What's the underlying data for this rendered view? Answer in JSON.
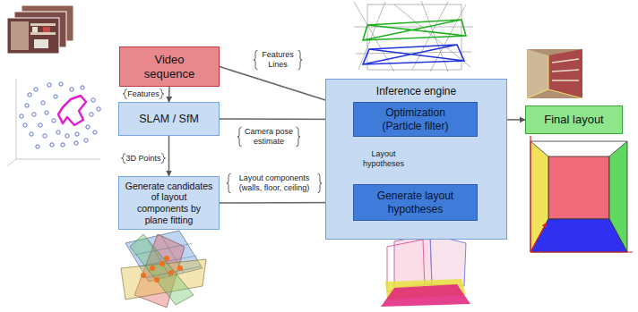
{
  "diagram": {
    "nodes": [
      {
        "text": [
          "Video sequence"
        ]
      },
      {
        "text": [
          "SLAM / SfM"
        ]
      },
      {
        "text": [
          "Generate candidates of layout components by plane fitting"
        ]
      },
      {
        "text": [
          "Inference engine"
        ]
      },
      {
        "text": [
          "Optimization (Particle filter)"
        ],
        "in": 3
      },
      {
        "text": [
          "Generate layout hypotheses"
        ],
        "in": 3
      },
      {
        "text": [
          "Final layout"
        ]
      }
    ],
    "edges": [
      {
        "from": 0,
        "to": 1,
        "arrow": "to",
        "label": "Features"
      },
      {
        "from": 0,
        "to": 4,
        "arrow": "to",
        "label": "Features Lines"
      },
      {
        "from": 1,
        "to": 4,
        "arrow": "to",
        "label": "Camera pose estimate"
      },
      {
        "from": 1,
        "to": 2,
        "arrow": "to",
        "label": "3D Points"
      },
      {
        "from": 2,
        "to": 5,
        "arrow": "to",
        "label": "Layout components (walls, floor, ceiling)"
      },
      {
        "from": 5,
        "to": 4,
        "arrow": "to",
        "label": "Layout hypotheses"
      },
      {
        "from": 4,
        "to": 5,
        "arrow": "to"
      },
      {
        "from": 4,
        "to": 6,
        "arrow": "to"
      }
    ]
  }
}
